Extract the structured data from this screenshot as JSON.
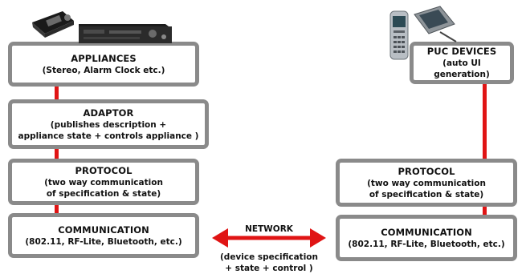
{
  "left_stack": {
    "appliances": {
      "title": "APPLIANCES",
      "subtitle": "(Stereo, Alarm Clock etc.)"
    },
    "adaptor": {
      "title": "ADAPTOR",
      "line1": "(publishes description +",
      "line2": "appliance state + controls appliance )"
    },
    "protocol": {
      "title": "PROTOCOL",
      "line1": "(two way communication",
      "line2": "of specification & state)"
    },
    "communication": {
      "title": "COMMUNICATION",
      "subtitle": "(802.11, RF-Lite, Bluetooth, etc.)"
    }
  },
  "right_stack": {
    "puc_devices": {
      "title": "PUC DEVICES",
      "subtitle": "(auto UI generation)"
    },
    "protocol": {
      "title": "PROTOCOL",
      "line1": "(two way communication",
      "line2": "of specification & state)"
    },
    "communication": {
      "title": "COMMUNICATION",
      "subtitle": "(802.11, RF-Lite, Bluetooth, etc.)"
    }
  },
  "network": {
    "label": "NETWORK",
    "caption_line1": "(device specification",
    "caption_line2": "+ state + control )"
  },
  "colors": {
    "connector": "#e01414",
    "box_border": "#8a8a8a"
  },
  "icons": [
    "alarm-clock-icon",
    "stereo-icon",
    "mobile-phone-icon",
    "pda-icon"
  ]
}
